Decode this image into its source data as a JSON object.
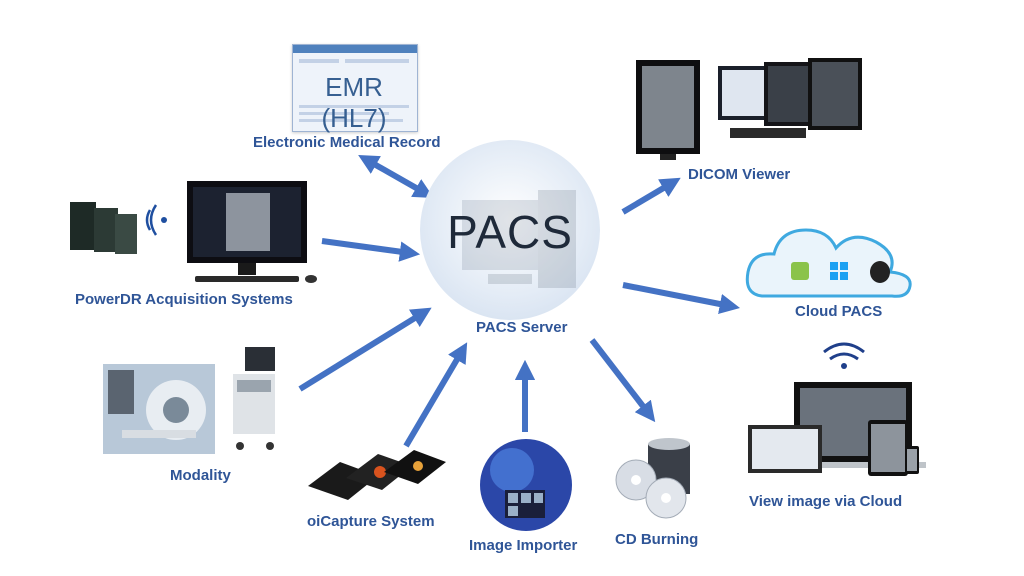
{
  "hub": {
    "title": "PACS",
    "label": "PACS Server"
  },
  "emr": {
    "doc_title": "EMR (HL7)",
    "label": "Electronic Medical Record"
  },
  "nodes": {
    "dicom": "DICOM Viewer",
    "cloud": "Cloud PACS",
    "cloud_view": "View image via Cloud",
    "cd": "CD Burning",
    "importer": "Image Importer",
    "ocapture": "oiCapture System",
    "modality": "Modality",
    "powerdr": "PowerDR Acquisition Systems"
  },
  "colors": {
    "label": "#2f5597",
    "arrow": "#4472c4",
    "hub": "#dce6f2"
  },
  "icons": [
    "computer-icon",
    "x-ray-monitor-icon",
    "wifi-icon",
    "cloud-icon",
    "android-icon",
    "windows-icon",
    "apple-icon",
    "cd-icon",
    "globe-icon",
    "ultrasound-icon",
    "mri-icon",
    "detector-panel-icon",
    "laptop-icon",
    "tablet-icon",
    "phone-icon"
  ]
}
